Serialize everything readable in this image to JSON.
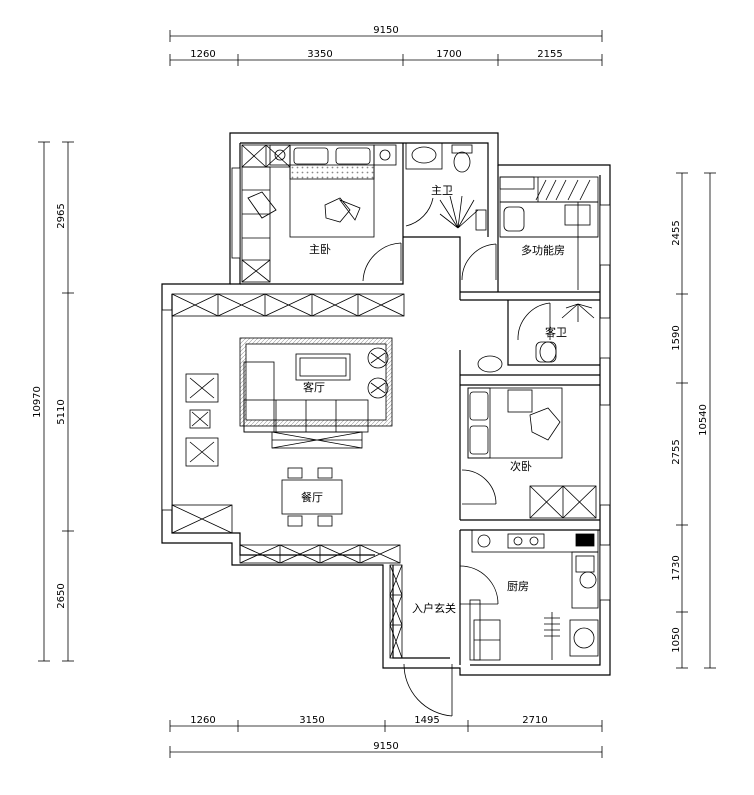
{
  "dimensions": {
    "top_total": "9150",
    "top_segments": [
      "1260",
      "3350",
      "1700",
      "2155"
    ],
    "bottom_total": "9150",
    "bottom_segments": [
      "1260",
      "3150",
      "1495",
      "2710"
    ],
    "left_total": "10970",
    "left_segments": [
      "2965",
      "5110",
      "2650"
    ],
    "right_total": "10540",
    "right_segments": [
      "2455",
      "1590",
      "2755",
      "1730",
      "1050"
    ]
  },
  "rooms": {
    "master_bedroom": "主卧",
    "master_bath": "主卫",
    "multi_function": "多功能房",
    "guest_bath": "客卫",
    "living_room": "客厅",
    "second_bedroom": "次卧",
    "dining_room": "餐厅",
    "entrance": "入户玄关",
    "kitchen": "厨房"
  }
}
